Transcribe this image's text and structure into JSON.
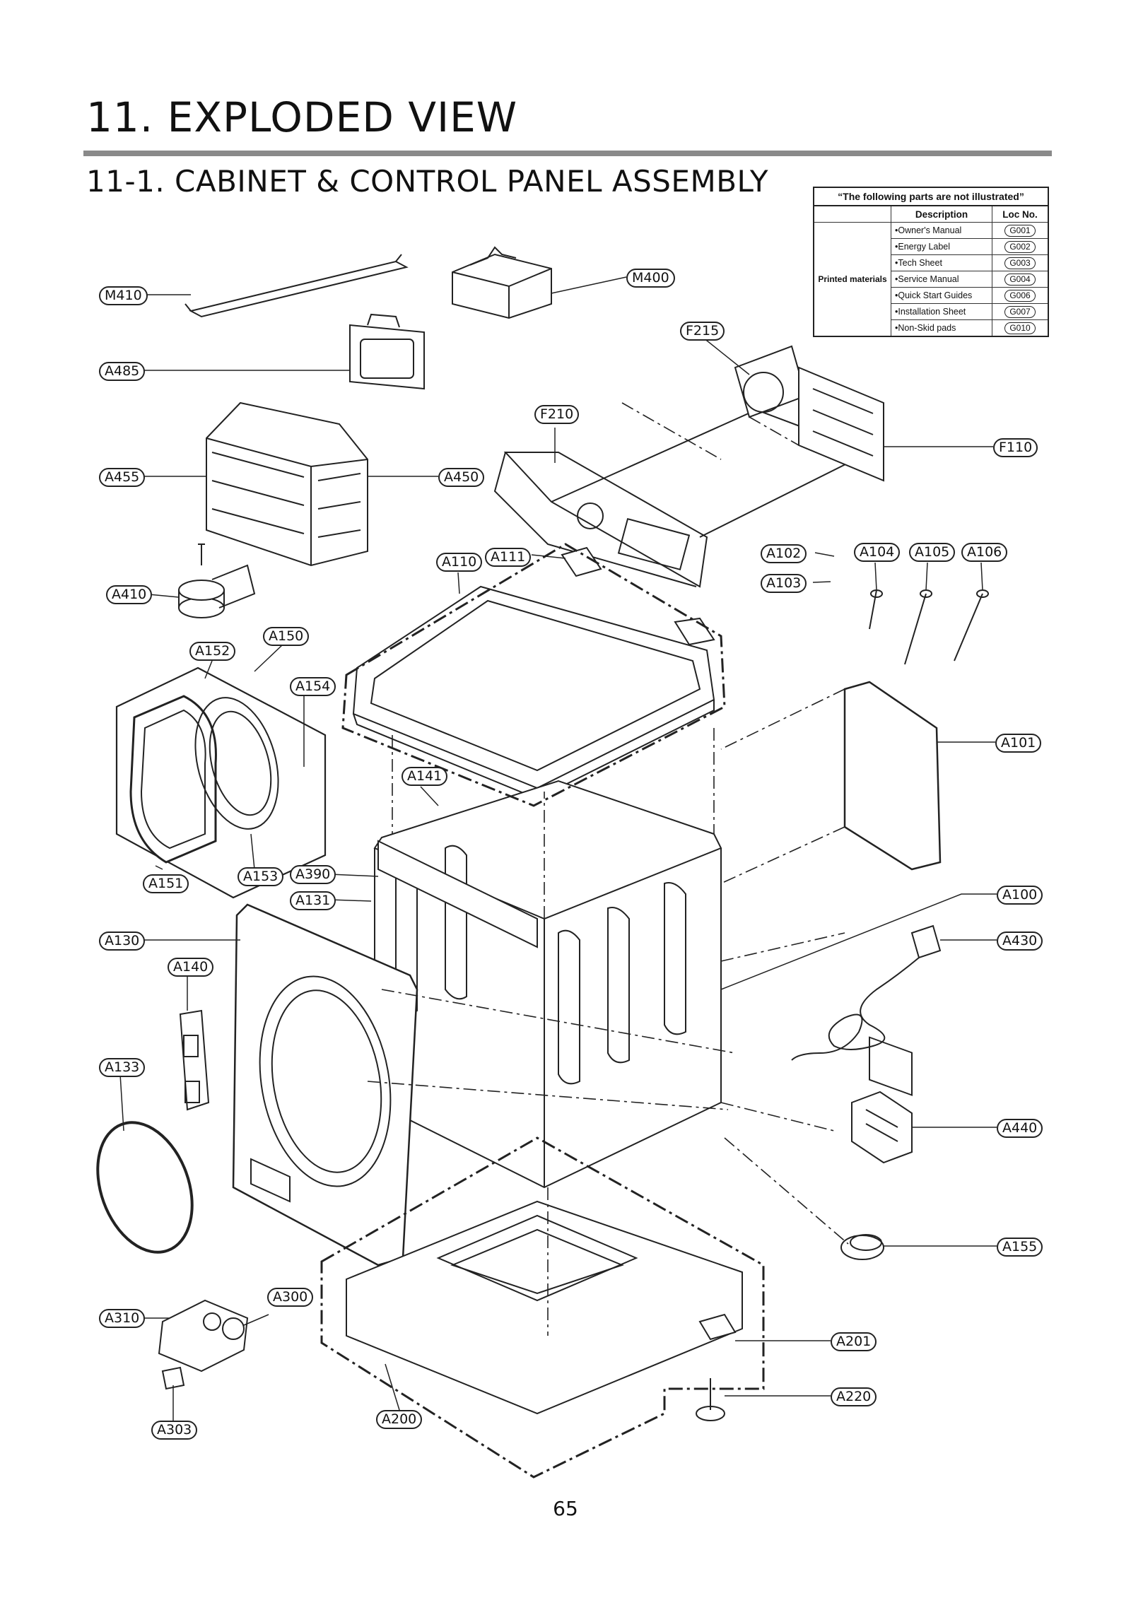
{
  "page": {
    "heading": "11. EXPLODED VIEW",
    "subheading": "11-1. CABINET & CONTROL PANEL ASSEMBLY",
    "page_number": "65"
  },
  "not_illustrated": {
    "caption": "“The following parts are not illustrated”",
    "col_description": "Description",
    "col_loc": "Loc No.",
    "group": "Printed materials",
    "rows": [
      {
        "desc": "•Owner's Manual",
        "loc": "G001"
      },
      {
        "desc": "•Energy Label",
        "loc": "G002"
      },
      {
        "desc": "•Tech Sheet",
        "loc": "G003"
      },
      {
        "desc": "•Service Manual",
        "loc": "G004"
      },
      {
        "desc": "•Quick Start Guides",
        "loc": "G006"
      },
      {
        "desc": "•Installation Sheet",
        "loc": "G007"
      },
      {
        "desc": "•Non-Skid pads",
        "loc": "G010"
      }
    ]
  },
  "callouts": [
    {
      "id": "M410",
      "label": "M410"
    },
    {
      "id": "M400",
      "label": "M400"
    },
    {
      "id": "A485",
      "label": "A485"
    },
    {
      "id": "F215",
      "label": "F215"
    },
    {
      "id": "F210",
      "label": "F210"
    },
    {
      "id": "F110",
      "label": "F110"
    },
    {
      "id": "A455",
      "label": "A455"
    },
    {
      "id": "A450",
      "label": "A450"
    },
    {
      "id": "A410",
      "label": "A410"
    },
    {
      "id": "A110",
      "label": "A110"
    },
    {
      "id": "A111",
      "label": "A111"
    },
    {
      "id": "A102",
      "label": "A102"
    },
    {
      "id": "A103",
      "label": "A103"
    },
    {
      "id": "A104",
      "label": "A104"
    },
    {
      "id": "A105",
      "label": "A105"
    },
    {
      "id": "A106",
      "label": "A106"
    },
    {
      "id": "A152",
      "label": "A152"
    },
    {
      "id": "A150",
      "label": "A150"
    },
    {
      "id": "A154",
      "label": "A154"
    },
    {
      "id": "A141",
      "label": "A141"
    },
    {
      "id": "A101",
      "label": "A101"
    },
    {
      "id": "A151",
      "label": "A151"
    },
    {
      "id": "A153",
      "label": "A153"
    },
    {
      "id": "A390",
      "label": "A390"
    },
    {
      "id": "A131",
      "label": "A131"
    },
    {
      "id": "A130",
      "label": "A130"
    },
    {
      "id": "A100",
      "label": "A100"
    },
    {
      "id": "A430",
      "label": "A430"
    },
    {
      "id": "A140",
      "label": "A140"
    },
    {
      "id": "A133",
      "label": "A133"
    },
    {
      "id": "A440",
      "label": "A440"
    },
    {
      "id": "A155",
      "label": "A155"
    },
    {
      "id": "A300",
      "label": "A300"
    },
    {
      "id": "A310",
      "label": "A310"
    },
    {
      "id": "A201",
      "label": "A201"
    },
    {
      "id": "A220",
      "label": "A220"
    },
    {
      "id": "A200",
      "label": "A200"
    },
    {
      "id": "A303",
      "label": "A303"
    }
  ]
}
